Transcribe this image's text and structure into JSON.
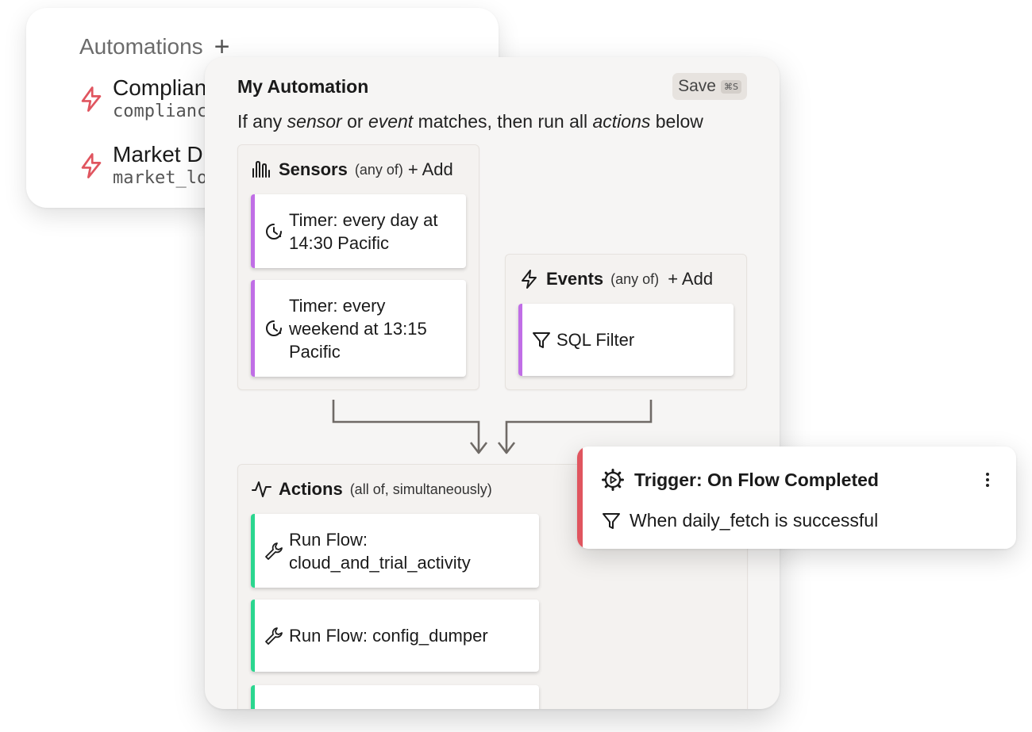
{
  "automations_list": {
    "title": "Automations",
    "add_label": "+",
    "items": [
      {
        "name": "Complian",
        "slug": "complianc"
      },
      {
        "name": "Market D",
        "slug": "market_lo"
      }
    ]
  },
  "editor": {
    "title": "My Automation",
    "save_label": "Save",
    "save_shortcut": "⌘S",
    "subtitle": {
      "p1": "If any ",
      "sensor": "sensor",
      "p2": " or ",
      "event": "event",
      "p3": " matches, then run all ",
      "actions": "actions",
      "p4": " below"
    },
    "sensors": {
      "title": "Sensors",
      "note": "(any of)",
      "add_label": "+ Add",
      "items": [
        {
          "label": "Timer: every day at 14:30 Pacific",
          "icon": "clock-icon"
        },
        {
          "label": "Timer: every weekend at 13:15 Pacific",
          "icon": "clock-icon"
        }
      ]
    },
    "events": {
      "title": "Events",
      "note": "(any of)",
      "add_label": "+ Add",
      "items": [
        {
          "label": "SQL Filter",
          "icon": "filter-icon"
        }
      ]
    },
    "actions": {
      "title": "Actions",
      "note": "(all of, simultaneously)",
      "items": [
        {
          "label": "Run Flow: cloud_and_trial_activity",
          "icon": "wrench-icon"
        },
        {
          "label": "Run Flow: config_dumper",
          "icon": "wrench-icon"
        },
        {
          "label": "",
          "icon": ""
        }
      ]
    }
  },
  "trigger_card": {
    "title": "Trigger: On Flow Completed",
    "condition": "When daily_fetch is successful",
    "icon": "gear-play-icon"
  },
  "colors": {
    "bolt": "#e0555f",
    "sensor_bar": "#c06ee6",
    "action_bar": "#2bd68f",
    "trigger_bar": "#e0555f"
  }
}
